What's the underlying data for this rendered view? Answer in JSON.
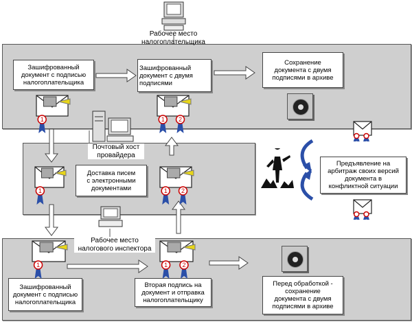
{
  "workstation_taxpayer": "Рабочее место\nналогоплательщика",
  "box_tl": "Зашифрованный\nдокумент  с  подписью\nналогоплательщика",
  "box_tm": "Зашифрованный\nдокумент  с  двумя\nподписями",
  "box_tr": "Сохранение\nдокумента с двумя\nподписями в архиве",
  "provider_host": "Почтовый хост\nпровайдера",
  "box_delivery": "Доставка  писем\nс  электронными\nдокументами",
  "box_arbitration": "Предъявление на\nарбитраж своих версий\nдокумента    в\nконфликтной ситуации",
  "workstation_inspector": "Рабочее место\nналогового инспектора",
  "box_bl": "Зашифрованный\nдокумент  с  подписью\nналогоплательщика",
  "box_bm": "Вторая подпись на\nдокумент и отправка\nналогоплательщику",
  "box_br": "Перед обработкой -\nсохранение\nдокумента с двумя\nподписями в архиве",
  "sig1": "1",
  "sig2": "2"
}
